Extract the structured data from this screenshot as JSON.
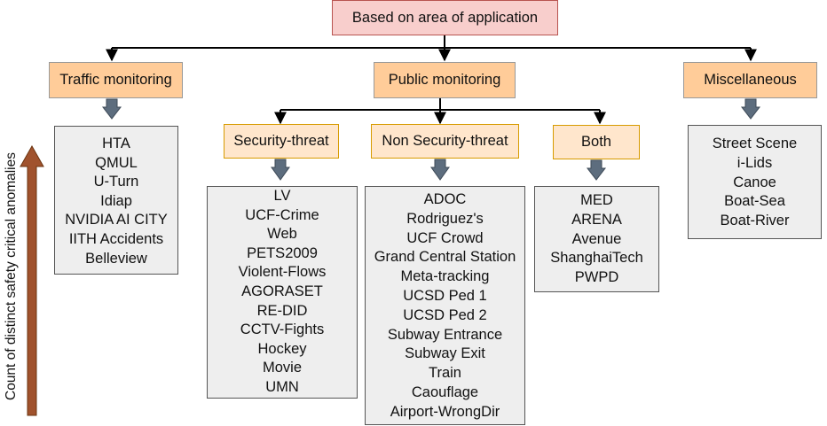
{
  "root": {
    "label": "Based on area of application"
  },
  "axis_label": "Count of distinct safety critical anomalies",
  "colors": {
    "root_fill": "#f8cecc",
    "category_fill": "#ffcc99",
    "subcategory_fill": "#ffe6cc",
    "list_fill": "#eeeeee",
    "block_arrow": "#5d6d7e",
    "axis_arrow": "#a0522d"
  },
  "categories": [
    {
      "label": "Traffic monitoring",
      "items": [
        "HTA",
        "QMUL",
        "U-Turn",
        "Idiap",
        "NVIDIA AI CITY",
        "IITH Accidents",
        "Belleview"
      ]
    },
    {
      "label": "Public monitoring",
      "subcategories": [
        {
          "label": "Security-threat",
          "items": [
            "LV",
            "UCF-Crime",
            "Web",
            "PETS2009",
            "Violent-Flows",
            "AGORASET",
            "RE-DID",
            "CCTV-Fights",
            "Hockey",
            "Movie",
            "UMN"
          ]
        },
        {
          "label": "Non Security-threat",
          "items": [
            "ADOC",
            "Rodriguez's",
            "UCF Crowd",
            "Grand Central Station",
            "Meta-tracking",
            "UCSD Ped 1",
            "UCSD Ped 2",
            "Subway Entrance",
            "Subway Exit",
            "Train",
            "Caouflage",
            "Airport-WrongDir"
          ]
        },
        {
          "label": "Both",
          "items": [
            "MED",
            "ARENA",
            "Avenue",
            "ShanghaiTech",
            "PWPD"
          ]
        }
      ]
    },
    {
      "label": "Miscellaneous",
      "items": [
        "Street Scene",
        "i-Lids",
        "Canoe",
        "Boat-Sea",
        "Boat-River"
      ]
    }
  ]
}
